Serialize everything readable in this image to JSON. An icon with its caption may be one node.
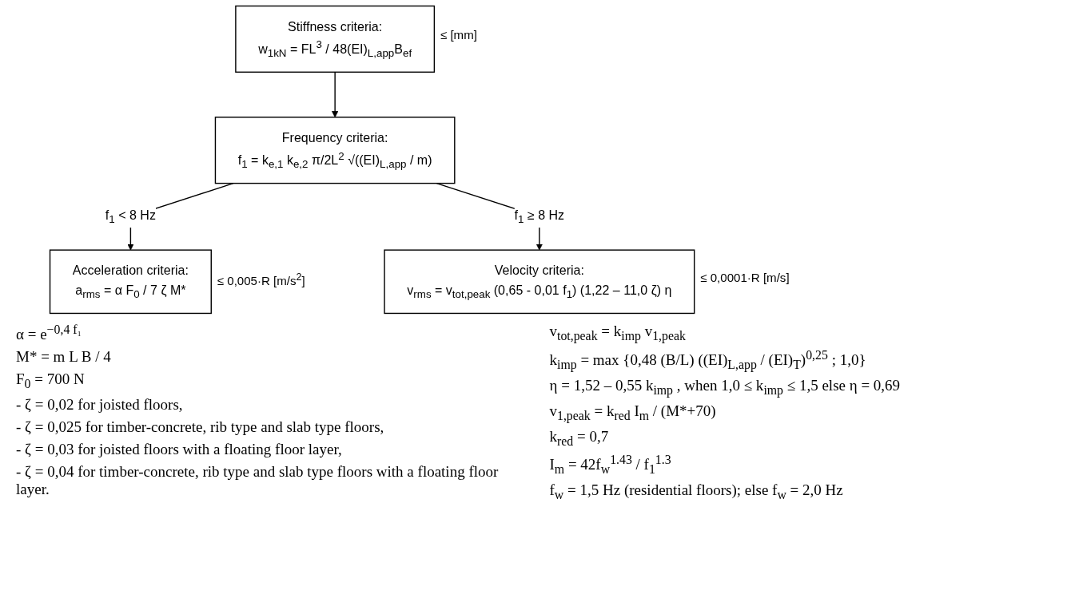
{
  "diagram": {
    "nodes": [
      {
        "text": [
          "Stiffness criteria:",
          "w$_{1kN}$ = FL$^{3}$ / 48(EI)$_{L,app}$B$_{ef}$"
        ],
        "beside": [
          "≤ [mm]"
        ]
      },
      {
        "text": [
          "Frequency criteria:",
          "f$_{1}$ = k$_{e,1}$ k$_{e,2}$ π/2L$^{2}$ √((EI)$_{L,app}$ / m)"
        ]
      },
      {
        "text": [
          "Acceleration criteria:",
          "a$_{rms}$ = α F$_{0}$ / 7 ζ M*"
        ],
        "beside": [
          "≤ 0,005·R [m/s$^{2}$]"
        ]
      },
      {
        "text": [
          "Velocity criteria:",
          "v$_{rms}$ = v$_{tot,peak}$ (0,65 - 0,01 f$_{1}$) (1,22 – 11,0 ζ) η"
        ],
        "beside": [
          "≤ 0,0001·R [m/s]"
        ]
      }
    ],
    "edges": [
      {
        "from": 0,
        "to": 1,
        "arrow": "to"
      },
      {
        "from": 1,
        "to": 2,
        "arrow": "to",
        "label": "f$_{1}$ < 8 Hz"
      },
      {
        "from": 1,
        "to": 3,
        "arrow": "to",
        "label": "f$_{1}$ ≥ 8 Hz"
      }
    ],
    "labels": [
      "α = e$^{−0,4 f₁}$",
      "M* = m L B / 4",
      "F$_{0}$ = 700 N",
      "- ζ = 0,02 for joisted floors,",
      "- ζ = 0,025 for timber-concrete, rib type and slab type floors,",
      "- ζ = 0,03 for joisted floors with a floating floor layer,",
      "- ζ = 0,04 for timber-concrete, rib type and slab type floors with a floating floor layer.",
      "v$_{tot,peak}$ = k$_{imp}$ v$_{1,peak}$",
      "k$_{imp}$ = max {0,48 (B/L) ((EI)$_{L,app}$ / (EI)$_{T}$)$^{0,25}$ ; 1,0}",
      "η = 1,52 – 0,55 k$_{imp}$ , when 1,0 ≤ k$_{imp}$ ≤ 1,5 else η = 0,69",
      "v$_{1,peak}$ = k$_{red}$ I$_{m}$ / (M*+70)",
      "k$_{red}$ = 0,7",
      "I$_{m}$ = 42f$_{w}$$^{1.43}$ / f$_{1}$$^{1.3}$",
      "f$_{w}$ = 1,5 Hz (residential floors); else f$_{w}$ = 2,0 Hz"
    ]
  }
}
